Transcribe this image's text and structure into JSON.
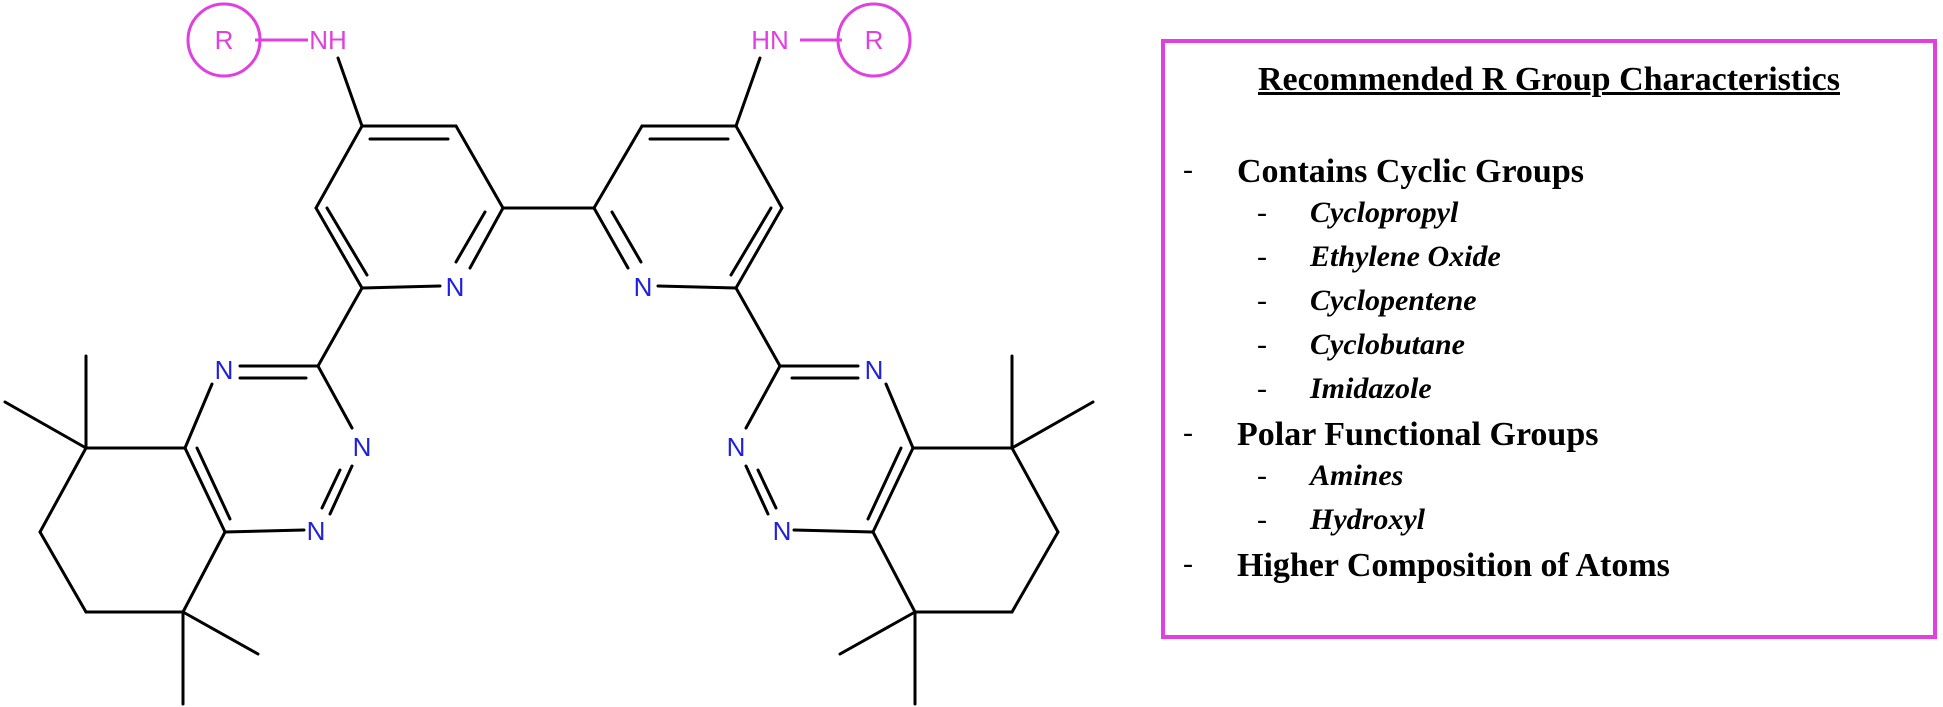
{
  "colors": {
    "bond": "#000000",
    "heteroatom": "#2020e0",
    "r_group": "#e040e0",
    "box_border": "#e040e0"
  },
  "structure": {
    "nitrogen": "N",
    "amine_left": "NH",
    "amine_right": "HN",
    "r_group": "R"
  },
  "rgroup_box": {
    "title": "Recommended R Group Characteristics",
    "dash": "-",
    "items": [
      {
        "label": "Contains Cyclic Groups",
        "level": 1
      },
      {
        "label": "Cyclopropyl",
        "level": 2
      },
      {
        "label": "Ethylene Oxide",
        "level": 2
      },
      {
        "label": "Cyclopentene",
        "level": 2
      },
      {
        "label": "Cyclobutane",
        "level": 2
      },
      {
        "label": "Imidazole",
        "level": 2
      },
      {
        "label": "Polar Functional Groups",
        "level": 1
      },
      {
        "label": "Amines",
        "level": 2
      },
      {
        "label": "Hydroxyl",
        "level": 2
      },
      {
        "label": "Higher Composition of Atoms",
        "level": 1
      }
    ]
  }
}
